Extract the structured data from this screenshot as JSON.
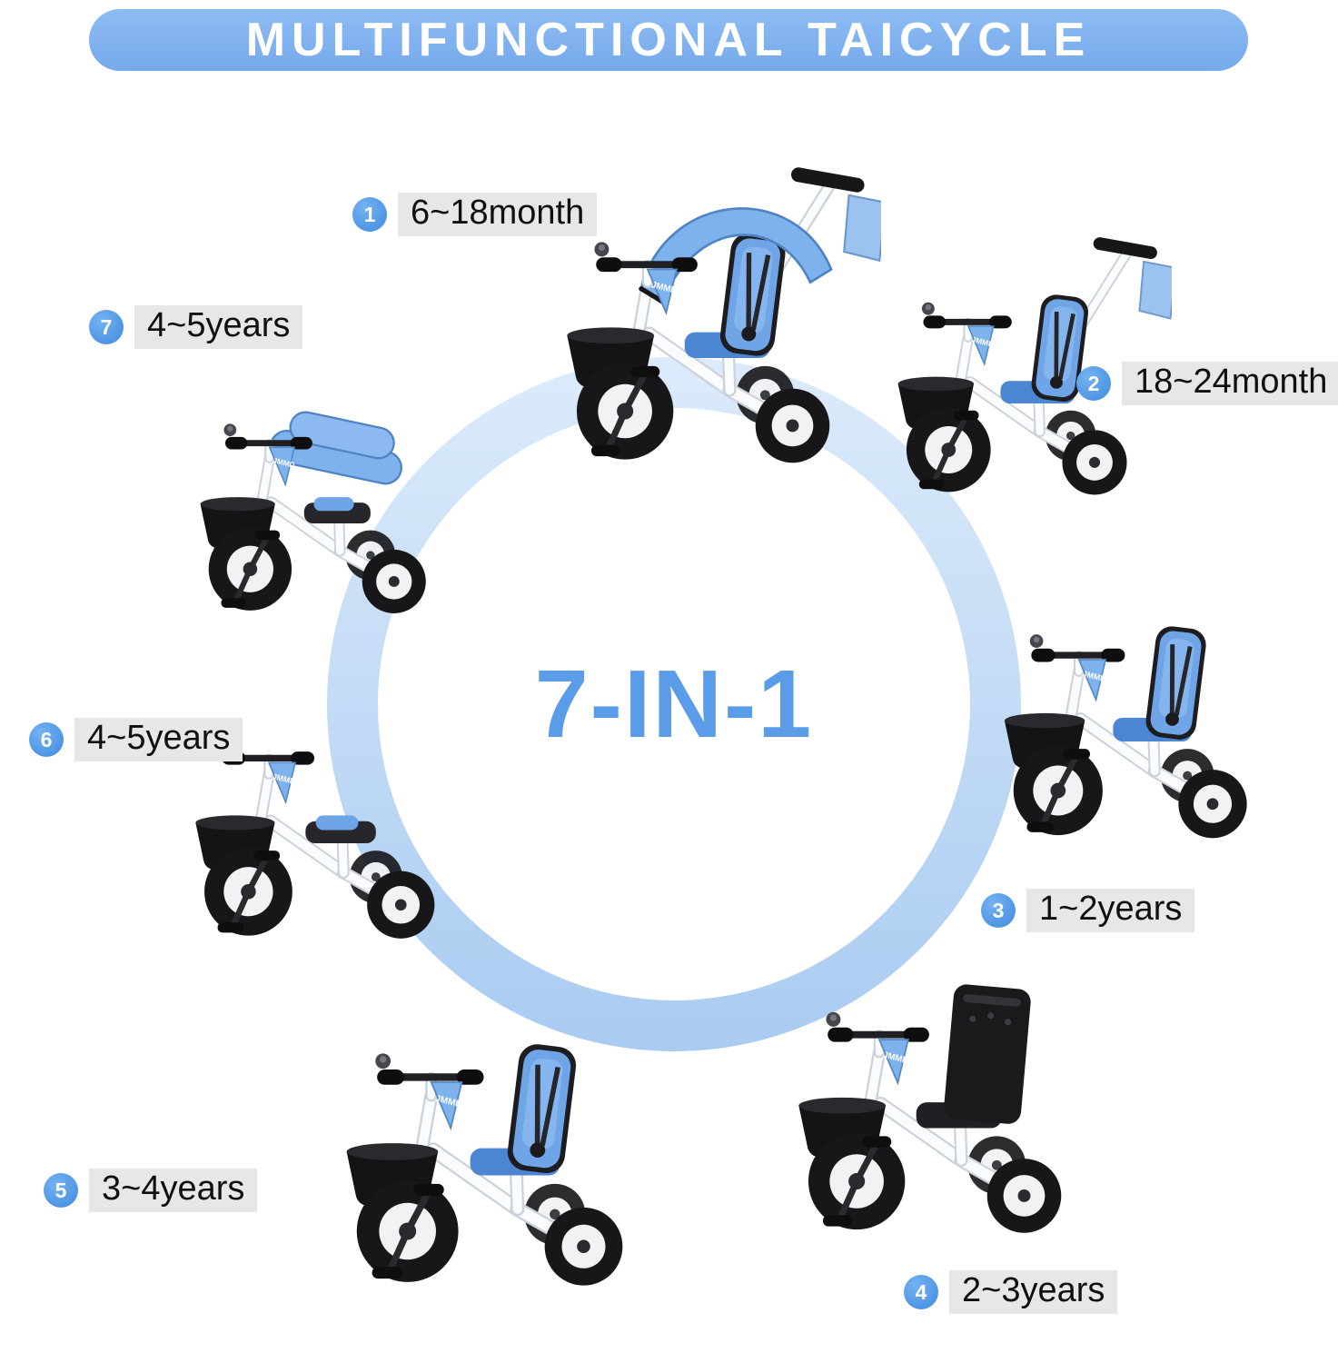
{
  "header": {
    "title": "MULTIFUNCTIONAL TAICYCLE"
  },
  "center": {
    "label": "7-IN-1"
  },
  "brand": "JMMD",
  "items": [
    {
      "number": "1",
      "label": "6~18month"
    },
    {
      "number": "2",
      "label": "18~24month"
    },
    {
      "number": "3",
      "label": "1~2years"
    },
    {
      "number": "4",
      "label": "2~3years"
    },
    {
      "number": "5",
      "label": "3~4years"
    },
    {
      "number": "6",
      "label": "4~5years"
    },
    {
      "number": "7",
      "label": "4~5years"
    }
  ],
  "colors": {
    "header": "#76a9ec",
    "header_light": "#8dbcf3",
    "ring": "#c6ddf6",
    "center_text": "#5b9ce8",
    "badge": "#3f8ade",
    "label_bg": "#e7e7e7",
    "accent": "#7db2ec"
  }
}
